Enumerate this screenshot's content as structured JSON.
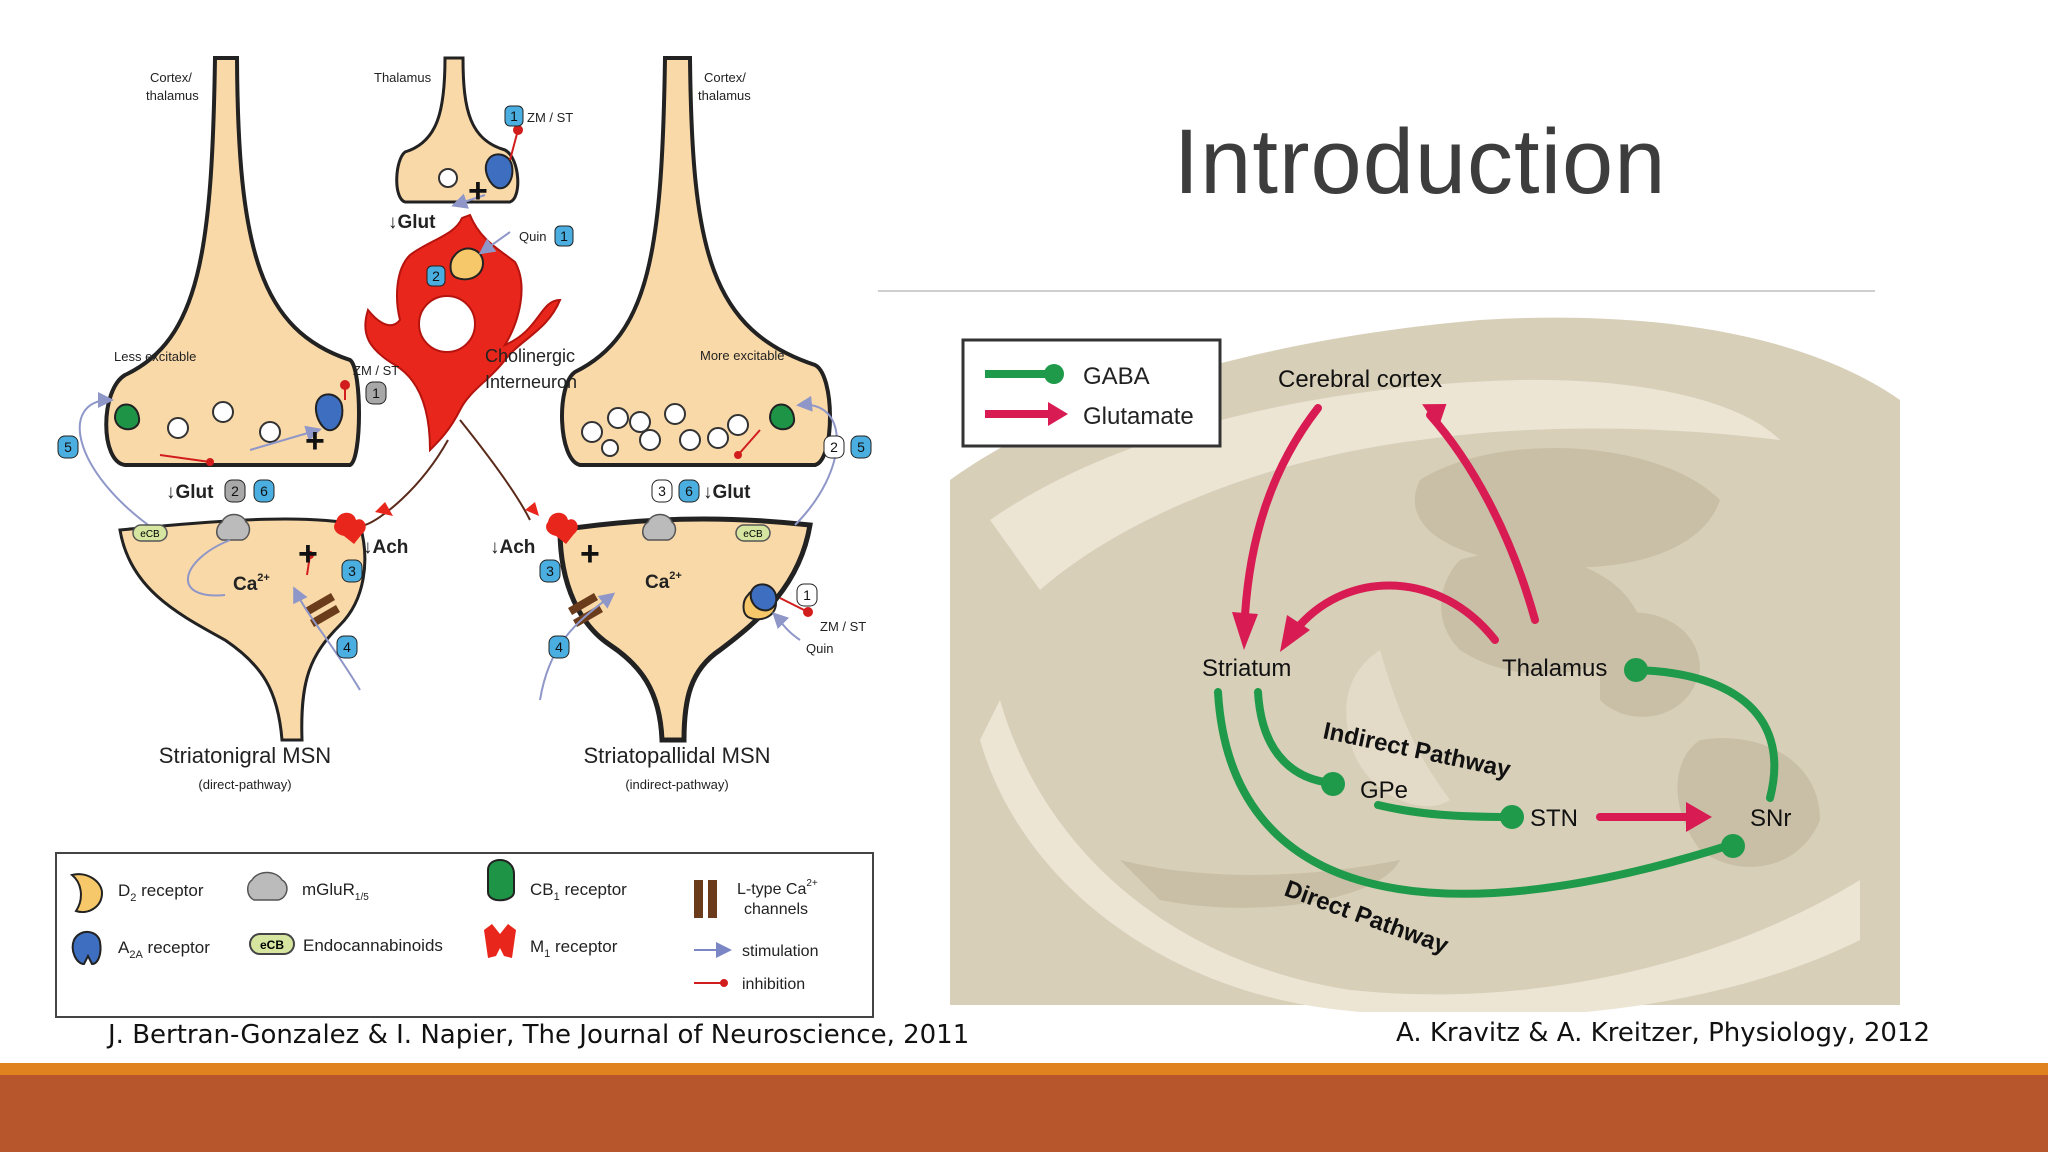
{
  "slide": {
    "title": "Introduction",
    "citation_left": "J. Bertran-Gonzalez & I. Napier, The Journal of Neuroscience, 2011",
    "citation_right": "A. Kravitz & A. Kreitzer, Physiology, 2012"
  },
  "left_figure": {
    "labels": {
      "cortex_left": "Cortex/",
      "thalamus_left": "thalamus",
      "thalamus_top": "Thalamus",
      "cortex_right": "Cortex/",
      "thalamus_right": "thalamus",
      "zmst_top": "ZM / ST",
      "glut_top": "↓Glut",
      "quin_top": "Quin",
      "cholinergic_1": "Cholinergic",
      "cholinergic_2": "Interneuron",
      "less_excitable": "Less excitable",
      "more_excitable": "More excitable",
      "zmst_left": "ZM / ST",
      "glut_left": "↓Glut",
      "glut_right": "↓Glut",
      "ach_left": "↓Ach",
      "ach_right": "↓Ach",
      "ecb_left": "eCB",
      "ecb_right": "eCB",
      "ca_left": "Ca",
      "ca_right": "Ca",
      "ca_sup": "2+",
      "zmst_right": "ZM / ST",
      "quin_right": "Quin",
      "msn_left": "Striatonigral MSN",
      "msn_left_sub": "(direct-pathway)",
      "msn_right": "Striatopallidal MSN",
      "msn_right_sub": "(indirect-pathway)"
    },
    "badges": {
      "b1": "1",
      "b2": "2",
      "b3": "3",
      "b4": "4",
      "b5": "5",
      "b6": "6"
    },
    "legend": {
      "d2": "D",
      "d2_sub": "2",
      "d2_tail": " receptor",
      "a2a": "A",
      "a2a_sub": "2A",
      "a2a_tail": " receptor",
      "mglur": "mGluR",
      "mglur_sub": "1/5",
      "ecb_badge": "eCB",
      "endocannabinoids": "Endocannabinoids",
      "cb1": "CB",
      "cb1_sub": "1",
      "cb1_tail": " receptor",
      "m1": "M",
      "m1_sub": "1",
      "m1_tail": " receptor",
      "ltype_1": "L-type Ca",
      "ltype_sup": "2+",
      "ltype_2": "channels",
      "stimulation": "stimulation",
      "inhibition": "inhibition"
    }
  },
  "right_figure": {
    "legend": {
      "gaba": "GABA",
      "glutamate": "Glutamate"
    },
    "regions": {
      "cortex": "Cerebral cortex",
      "striatum": "Striatum",
      "thalamus": "Thalamus",
      "gpe": "GPe",
      "stn": "STN",
      "snr": "SNr"
    },
    "pathways": {
      "indirect": "Indirect Pathway",
      "direct": "Direct Pathway"
    }
  },
  "colors": {
    "gaba": "#1f9a4a",
    "glutamate": "#d81b52",
    "neuron_fill": "#fad9a8",
    "interneuron": "#e8261c",
    "badge_blue": "#4aaee0",
    "badge_gray": "#a8a8a8",
    "brain_base": "#d8cfb9",
    "brain_light": "#ece5d4",
    "accent_band": "#b7552c",
    "accent_line": "#e0821f"
  }
}
